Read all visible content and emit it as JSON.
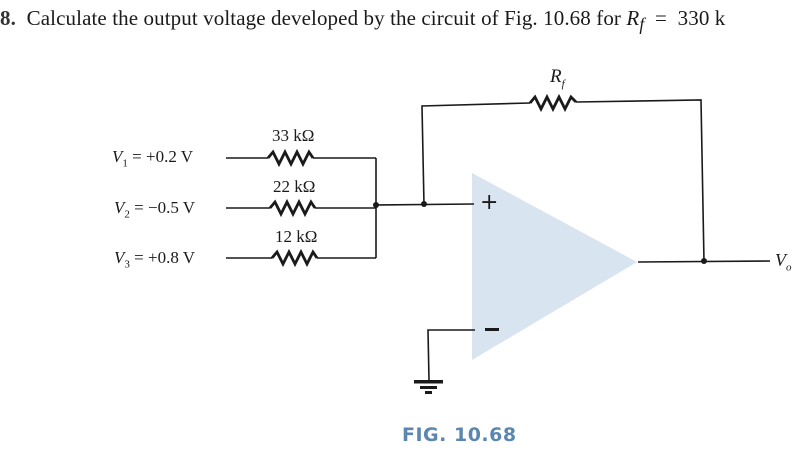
{
  "problem": {
    "number": "8.",
    "text": "Calculate the output voltage developed by the circuit of Fig. 10.68 for",
    "rf_symbol": "R",
    "rf_sub": "f",
    "equals": "=",
    "rf_value": "330 k"
  },
  "circuit": {
    "inputs": [
      {
        "name": "V",
        "sub": "1",
        "value": "= +0.2 V",
        "resistor": "33 kΩ"
      },
      {
        "name": "V",
        "sub": "2",
        "value": "= −0.5 V",
        "resistor": "22 kΩ"
      },
      {
        "name": "V",
        "sub": "3",
        "value": "= +0.8 V",
        "resistor": "12 kΩ"
      }
    ],
    "feedback_resistor": {
      "symbol": "R",
      "sub": "f"
    },
    "opamp": {
      "plus": "+",
      "minus": "–",
      "fill_color": "#d9e4f1"
    },
    "output": {
      "symbol": "V",
      "sub": "o"
    }
  },
  "figure_caption": "FIG. 10.68",
  "colors": {
    "caption": "#5a86b0",
    "ink": "#1a1a1a"
  }
}
